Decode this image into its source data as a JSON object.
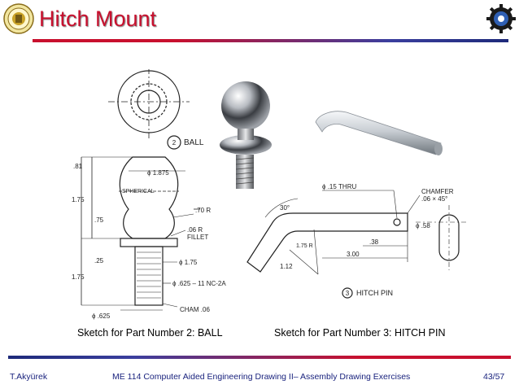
{
  "header": {
    "title": "Hitch Mount"
  },
  "drawings": {
    "ball": {
      "part_label": "2",
      "part_name": "BALL",
      "dims": {
        "d_181": ".81",
        "d_1875": "ϕ 1.875",
        "spherical": "SPHERICAL",
        "h_175": "1.75",
        "h_75": ".75",
        "r_70": ".70 R",
        "fillet_r": ".06 R",
        "fillet": "FILLET",
        "h_25": ".25",
        "d_175": "ϕ 1.75",
        "h_175b": "1.75",
        "thread": "ϕ .625 – 11 NC-2A",
        "cham": "CHAM .06",
        "d_625": "ϕ .625"
      }
    },
    "pin": {
      "part_label": "3",
      "part_name": "HITCH PIN",
      "dims": {
        "thru": "ϕ .15 THRU",
        "chamfer": "CHAMFER",
        "chamfer_spec": ".06 × 45°",
        "angle": "30°",
        "d_58": "ϕ .58",
        "r_175": "1.75 R",
        "l_38": ".38",
        "l_300": "3.00",
        "l_112": "1.12"
      }
    }
  },
  "captions": {
    "ball": "Sketch for Part Number 2: BALL",
    "pin": "Sketch for Part Number 3: HITCH PIN"
  },
  "footer": {
    "author": "T.Akyürek",
    "course": "ME 114 Computer Aided Engineering Drawing II– Assembly Drawing Exercises",
    "page": "43/57"
  },
  "colors": {
    "title": "#c8102e",
    "footer": "#1a237e"
  },
  "icons": {
    "left_logo": "university-seal-icon",
    "right_logo": "gear-emblem-icon"
  }
}
